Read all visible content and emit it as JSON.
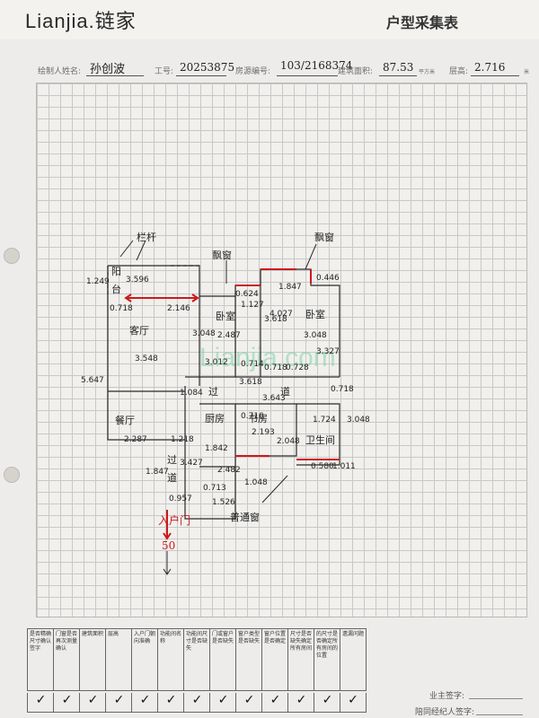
{
  "header": {
    "logo": "Lianjia.链家",
    "title": "户型采集表"
  },
  "info": {
    "drawer_label": "绘制人姓名:",
    "drawer_value": "孙创波",
    "id_label": "工号:",
    "id_value": "20253875",
    "house_label": "房源编号:",
    "house_value": "103/2168374",
    "area_label": "建筑面积:",
    "area_value": "87.53",
    "area_unit": "平方米",
    "height_label": "层高:",
    "height_value": "2.716",
    "height_unit": "米"
  },
  "plan": {
    "rooms": {
      "balcony_a": "阳",
      "balcony_b": "台",
      "living": "客厅",
      "dining": "餐厅",
      "kitchen": "厨房",
      "bedroom1": "卧室",
      "bedroom2": "卧室",
      "study": "书房",
      "bath": "卫生间",
      "hall": "过",
      "hall2": "道",
      "hall3": "过",
      "hall4": "道"
    },
    "notes": {
      "railing": "栏杆",
      "bay1": "飘窗",
      "bay2": "飘窗",
      "normal_window": "普通窗",
      "door_label": "入户门",
      "door_value": "50"
    },
    "dims": [
      "3.596",
      "2.146",
      "0.718",
      "1.249",
      "3.548",
      "3.048",
      "5.647",
      "2.287",
      "1.218",
      "1.842",
      "3.427",
      "1.847",
      "0.957",
      "1.526",
      "2.482",
      "0.713",
      "1.048",
      "2.487",
      "3.618",
      "0.624",
      "1.127",
      "1.847",
      "0.446",
      "4.027",
      "3.048",
      "3.327",
      "3.012",
      "1.084",
      "0.714",
      "0.718",
      "3.643",
      "3.618",
      "0.718",
      "1.724",
      "3.048",
      "2.193",
      "2.048",
      "0.716",
      "0.580",
      "1.011",
      "0.728"
    ]
  },
  "checklist": {
    "items": [
      "是否精确尺寸确认签字",
      "门窗是否再次测量确认",
      "建筑面积",
      "层高",
      "入户门朝向准确",
      "功能间名称",
      "功能间尺寸是否缺失",
      "门或窗户是否缺失",
      "窗户类型是否缺失",
      "窗户位置是否确定",
      "尺寸是否缺失确定所有房间",
      "的尺寸是否确定所有房间的位置",
      "遗漏问题"
    ],
    "mark": "✓"
  },
  "signatures": {
    "owner": "业主签字:",
    "agent": "陪同经纪人签字:"
  },
  "watermark": "Lianjia.com"
}
